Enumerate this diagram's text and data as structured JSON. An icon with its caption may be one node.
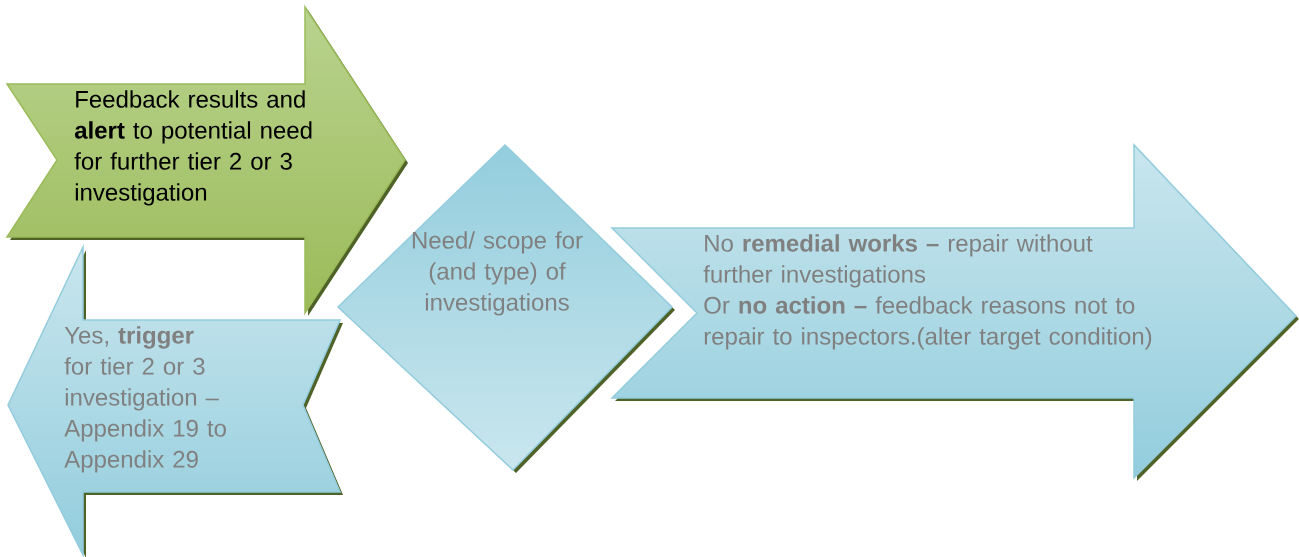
{
  "diagram": {
    "nodes": [
      {
        "text": [
          "Feedback results and **alert** to potential need for further tier 2 or 3 investigation"
        ]
      },
      {
        "text": [
          "Yes, **trigger** for tier 2 or 3 investigation – Appendix 19 to Appendix 29"
        ]
      },
      {
        "text": [
          "Need/ scope for (and type) of investigations"
        ]
      },
      {
        "text": [
          "No **remedial works –** repair without further investigations",
          "Or **no action –** feedback reasons not to repair to inspectors.(alter target condition)"
        ]
      }
    ]
  }
}
